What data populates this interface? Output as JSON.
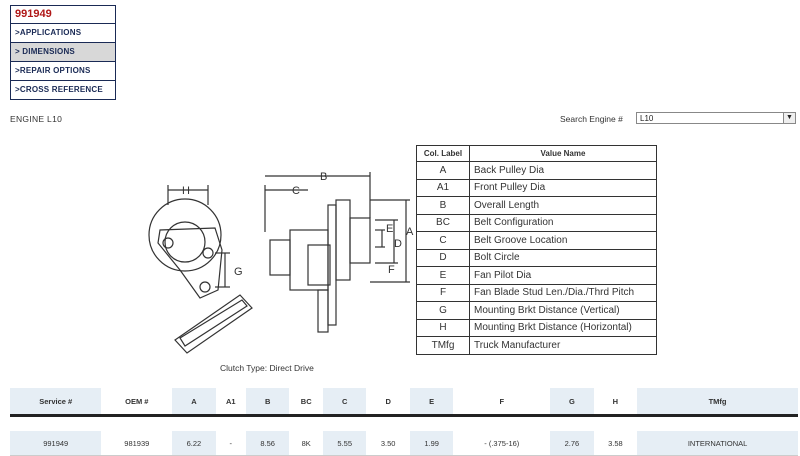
{
  "menu": {
    "part_number": "991949",
    "items": [
      ">APPLICATIONS",
      "> DIMENSIONS",
      ">REPAIR OPTIONS",
      ">CROSS REFERENCE"
    ]
  },
  "engine_label": "ENGINE L10",
  "search": {
    "label": "Search Engine #",
    "value": "L10"
  },
  "diagram": {
    "caption": "Clutch Type: Direct Drive",
    "dimension_labels": [
      "H",
      "G",
      "C",
      "B",
      "E",
      "D",
      "A",
      "F"
    ]
  },
  "legend": {
    "headers": [
      "Col. Label",
      "Value Name"
    ],
    "rows": [
      {
        "label": "A",
        "value": "Back Pulley Dia"
      },
      {
        "label": "A1",
        "value": "Front Pulley Dia"
      },
      {
        "label": "B",
        "value": "Overall Length"
      },
      {
        "label": "BC",
        "value": "Belt Configuration"
      },
      {
        "label": "C",
        "value": "Belt Groove Location"
      },
      {
        "label": "D",
        "value": "Bolt Circle"
      },
      {
        "label": "E",
        "value": "Fan Pilot Dia"
      },
      {
        "label": "F",
        "value": "Fan Blade Stud Len./Dia./Thrd Pitch"
      },
      {
        "label": "G",
        "value": "Mounting Brkt Distance (Vertical)"
      },
      {
        "label": "H",
        "value": "Mounting Brkt Distance (Horizontal)"
      },
      {
        "label": "TMfg",
        "value": "Truck Manufacturer"
      }
    ]
  },
  "table": {
    "headers": [
      "Service #",
      "OEM #",
      "A",
      "A1",
      "B",
      "BC",
      "C",
      "D",
      "E",
      "F",
      "G",
      "H",
      "TMfg"
    ],
    "rows": [
      [
        "991949",
        "981939",
        "6.22",
        "-",
        "8.56",
        "8K",
        "5.55",
        "3.50",
        "1.99",
        "- (.375-16)",
        "2.76",
        "3.58",
        "INTERNATIONAL"
      ]
    ]
  }
}
